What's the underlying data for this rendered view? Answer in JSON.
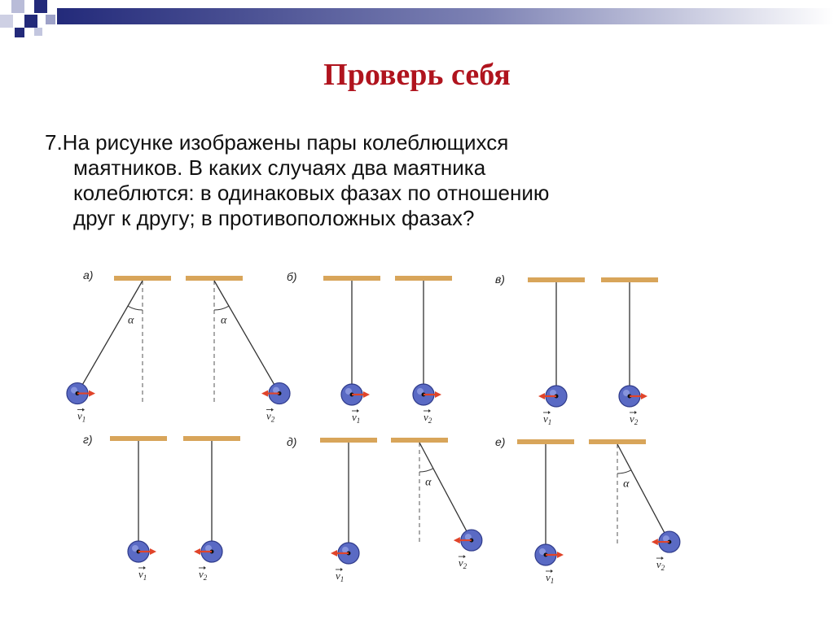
{
  "slide": {
    "title": "Проверь себя",
    "title_color": "#b0141e",
    "accent_color": "#232a7a",
    "question_lines": [
      "7.На рисунке изображены пары колеблющихся",
      "маятников. В каких случаях два маятника",
      "колеблются: в одинаковых фазах по отношению",
      "друг к другу; в противоположных фазах?"
    ]
  },
  "figure": {
    "bar_color": "#d8a55a",
    "ball_color": "#5a6ac4",
    "arrow_color": "#e0442a",
    "angle_symbol": "α",
    "velocity_symbol": "v",
    "panels": [
      {
        "label": "а)",
        "pendulums": [
          {
            "angle_deg": 30,
            "velocity_dir": "right",
            "subscript": "1",
            "show_angle": true
          },
          {
            "angle_deg": -30,
            "velocity_dir": "left",
            "subscript": "2",
            "show_angle": true
          }
        ]
      },
      {
        "label": "б)",
        "pendulums": [
          {
            "angle_deg": 0,
            "velocity_dir": "right",
            "subscript": "1",
            "show_angle": false
          },
          {
            "angle_deg": 0,
            "velocity_dir": "right",
            "subscript": "2",
            "show_angle": false
          }
        ]
      },
      {
        "label": "в)",
        "pendulums": [
          {
            "angle_deg": 0,
            "velocity_dir": "left",
            "subscript": "1",
            "show_angle": false
          },
          {
            "angle_deg": 0,
            "velocity_dir": "right",
            "subscript": "2",
            "show_angle": false
          }
        ]
      },
      {
        "label": "г)",
        "pendulums": [
          {
            "angle_deg": 0,
            "velocity_dir": "right",
            "subscript": "1",
            "show_angle": false
          },
          {
            "angle_deg": 0,
            "velocity_dir": "left",
            "subscript": "2",
            "show_angle": false
          }
        ]
      },
      {
        "label": "д)",
        "pendulums": [
          {
            "angle_deg": 0,
            "velocity_dir": "left",
            "subscript": "1",
            "show_angle": false
          },
          {
            "angle_deg": -28,
            "velocity_dir": "left",
            "subscript": "2",
            "show_angle": true
          }
        ]
      },
      {
        "label": "е)",
        "pendulums": [
          {
            "angle_deg": 0,
            "velocity_dir": "right",
            "subscript": "1",
            "show_angle": false
          },
          {
            "angle_deg": -28,
            "velocity_dir": "left",
            "subscript": "2",
            "show_angle": true
          }
        ]
      }
    ]
  }
}
